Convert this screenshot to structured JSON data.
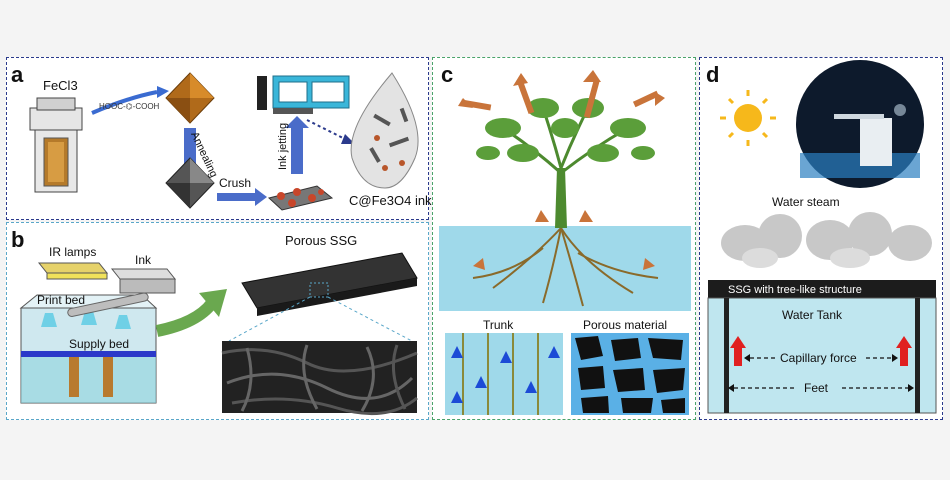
{
  "panels": {
    "a": {
      "label": "a",
      "precursor": "FeCl3",
      "linker": "HOOC-⌬-COOH",
      "step_annealing": "Annealing",
      "step_crush": "Crush",
      "step_ink_jetting": "Ink jetting",
      "product": "C@Fe3O4 ink"
    },
    "b": {
      "label": "b",
      "ir_lamps": "IR lamps",
      "ink": "Ink",
      "print_bed": "Print bed",
      "supply_bed": "Supply bed",
      "product": "Porous SSG"
    },
    "c": {
      "label": "c",
      "trunk": "Trunk",
      "porous_material": "Porous material"
    },
    "d": {
      "label": "d",
      "water_steam": "Water steam",
      "ssg": "SSG with tree-like structure",
      "water_tank": "Water Tank",
      "capillary_force": "Capillary force",
      "feet": "Feet"
    }
  },
  "colors": {
    "panel_a_border": "#2b3a8c",
    "panel_b_border": "#5aa7c9",
    "panel_c_border": "#4aa36a",
    "panel_d_border": "#2b3a8c",
    "arrow_blue": "#4a6cc9",
    "arrow_green": "#6aa84f",
    "tree_green": "#5b9e3a",
    "evaporation_orange": "#c9743a",
    "capillary_red": "#e02020"
  }
}
